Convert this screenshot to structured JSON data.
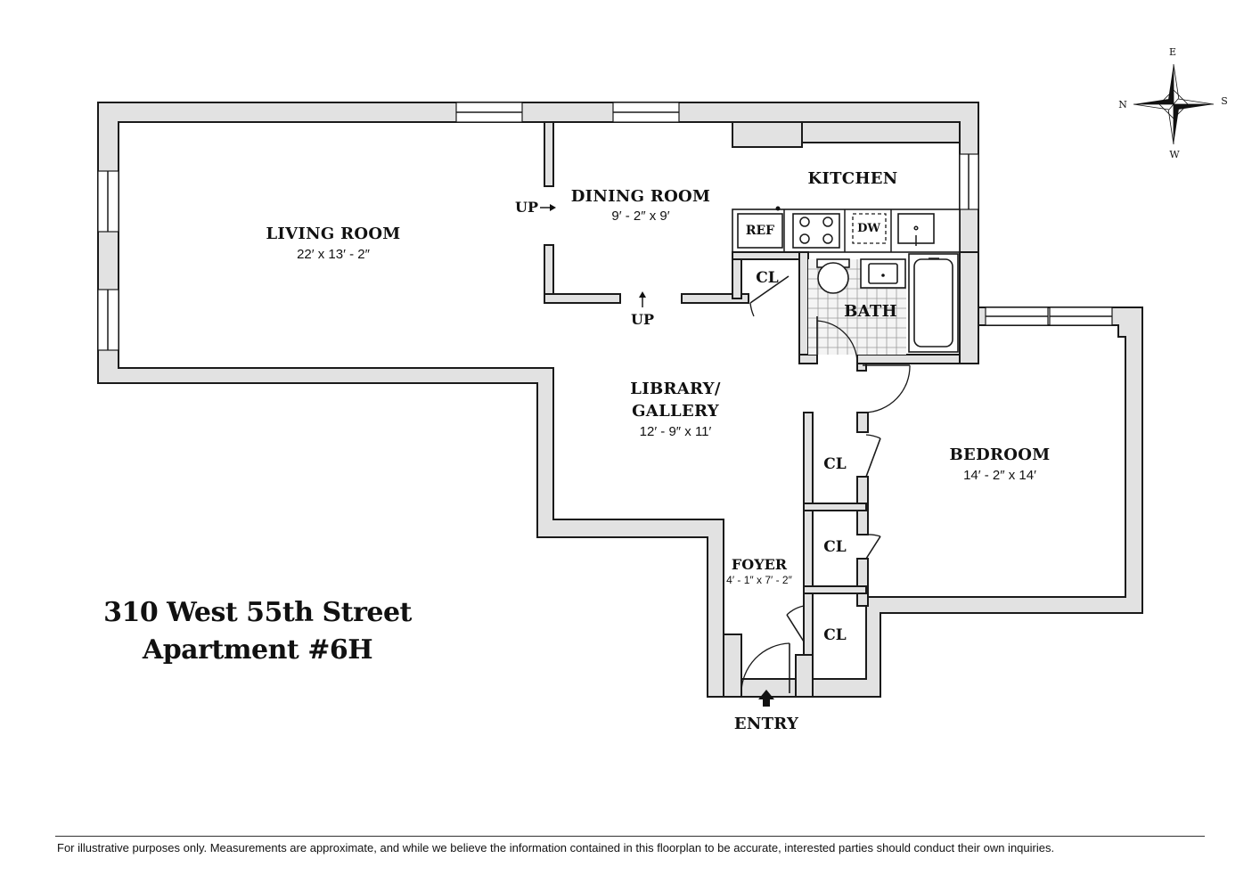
{
  "rooms": {
    "living": {
      "name": "LIVING ROOM",
      "dim": "22′ x 13′ - 2″"
    },
    "dining": {
      "name": "DINING ROOM",
      "dim": "9′ - 2″ x 9′"
    },
    "kitchen": {
      "name": "KITCHEN"
    },
    "library": {
      "name_line1": "LIBRARY/",
      "name_line2": "GALLERY",
      "dim": "12′ - 9″ x 11′"
    },
    "bedroom": {
      "name": "BEDROOM",
      "dim": "14′ - 2″ x 14′"
    },
    "bath": {
      "name": "BATH"
    },
    "foyer": {
      "name": "FOYER",
      "dim": "4′ - 1″ x 7′ - 2″"
    }
  },
  "closets": {
    "kitchen_cl": "CL",
    "cl1": "CL",
    "cl2": "CL",
    "cl3": "CL"
  },
  "fixtures": {
    "ref": "REF",
    "dw": "DW"
  },
  "steps": {
    "up_left": "UP",
    "up_bottom": "UP"
  },
  "entry": "ENTRY",
  "compass": {
    "e": "E",
    "n": "N",
    "s": "S",
    "w": "W"
  },
  "address": {
    "line1": "310 West 55th Street",
    "line2": "Apartment #6H"
  },
  "disclaimer": "For illustrative purposes only.  Measurements are approximate, and while we believe the information contained in this floorplan to be accurate, interested parties should conduct their own inquiries."
}
